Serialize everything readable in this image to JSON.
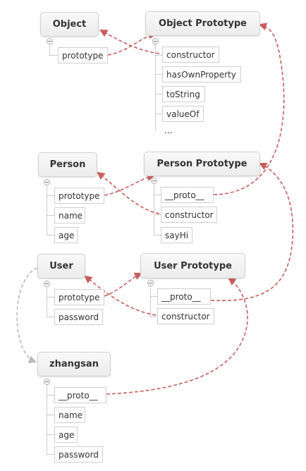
{
  "nodes": {
    "object": {
      "title": "Object",
      "props": [
        "prototype"
      ]
    },
    "object_prototype": {
      "title": "Object Prototype",
      "props": [
        "constructor",
        "hasOwnProperty",
        "toString",
        "valueOf"
      ],
      "more": "..."
    },
    "person": {
      "title": "Person",
      "props": [
        "prototype",
        "name",
        "age"
      ]
    },
    "person_prototype": {
      "title": "Person Prototype",
      "props": [
        "__proto__",
        "constructor",
        "sayHi"
      ]
    },
    "user": {
      "title": "User",
      "props": [
        "prototype",
        "password"
      ]
    },
    "user_prototype": {
      "title": "User Prototype",
      "props": [
        "__proto__",
        "constructor"
      ]
    },
    "zhangsan": {
      "title": "zhangsan",
      "props": [
        "__proto__",
        "name",
        "age",
        "password"
      ]
    }
  },
  "colors": {
    "link": "#c95d5d",
    "inherit": "#bbbbbb",
    "tree_line": "#cccccc"
  }
}
